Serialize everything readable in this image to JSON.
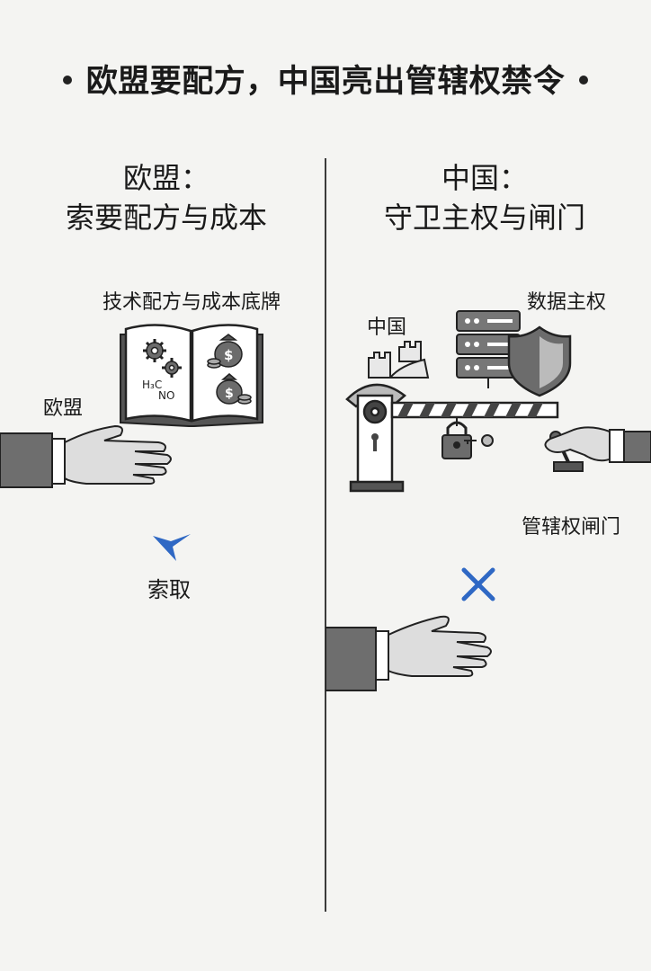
{
  "title": "欧盟要配方，中国亮出管辖权禁令",
  "left": {
    "heading_line1": "欧盟：",
    "heading_line2": "索要配方与成本",
    "book_label": "技术配方与成本底牌",
    "actor_label": "欧盟",
    "action_label": "索取",
    "formula": {
      "h3c": "H₃C",
      "no": "NO"
    }
  },
  "right": {
    "heading_line1": "中国：",
    "heading_line2": "守卫主权与闸门",
    "actor_label": "中国",
    "data_label": "数据主权",
    "gate_label": "管辖权闸门"
  },
  "colors": {
    "accent": "#2f68c4",
    "ink": "#222222",
    "bg": "#f4f4f2"
  }
}
